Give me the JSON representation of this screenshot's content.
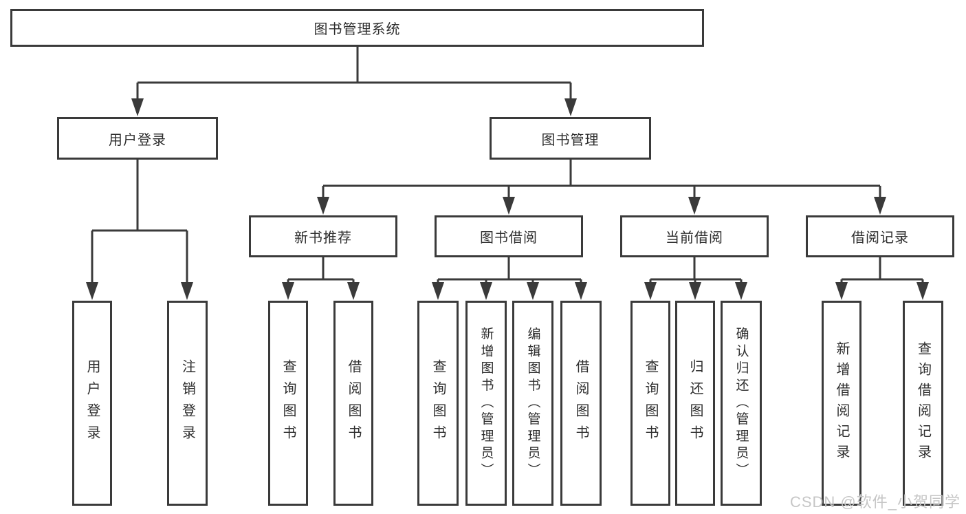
{
  "diagram": {
    "root": {
      "label": "图书管理系统"
    },
    "level2": [
      {
        "id": "user-login",
        "label": "用户登录"
      },
      {
        "id": "book-management",
        "label": "图书管理"
      }
    ],
    "level3": [
      {
        "id": "new-book-recommendation",
        "parent": "图书管理",
        "label": "新书推荐"
      },
      {
        "id": "book-borrowing",
        "parent": "图书管理",
        "label": "图书借阅"
      },
      {
        "id": "current-borrowing",
        "parent": "图书管理",
        "label": "当前借阅"
      },
      {
        "id": "borrowing-records",
        "parent": "图书管理",
        "label": "借阅记录"
      }
    ],
    "leaves": [
      {
        "parent": "用户登录",
        "label": "用户登录"
      },
      {
        "parent": "用户登录",
        "label": "注销登录"
      },
      {
        "parent": "新书推荐",
        "label": "查询图书"
      },
      {
        "parent": "新书推荐",
        "label": "借阅图书"
      },
      {
        "parent": "图书借阅",
        "label": "查询图书"
      },
      {
        "parent": "图书借阅",
        "label": "新增图书（管理员）"
      },
      {
        "parent": "图书借阅",
        "label": "编辑图书（管理员）"
      },
      {
        "parent": "图书借阅",
        "label": "借阅图书"
      },
      {
        "parent": "当前借阅",
        "label": "查询图书"
      },
      {
        "parent": "当前借阅",
        "label": "归还图书"
      },
      {
        "parent": "当前借阅",
        "label": "确认归还（管理员）"
      },
      {
        "parent": "借阅记录",
        "label": "新增借阅记录"
      },
      {
        "parent": "借阅记录",
        "label": "查询借阅记录"
      }
    ]
  },
  "watermark": {
    "text": "CSDN @软件_小贺同学"
  },
  "colors": {
    "line": "#3a3a3a",
    "box_border": "#3a3a3a",
    "text": "#2e2e2e",
    "background": "#ffffff",
    "watermark": "#c6c6c6"
  }
}
